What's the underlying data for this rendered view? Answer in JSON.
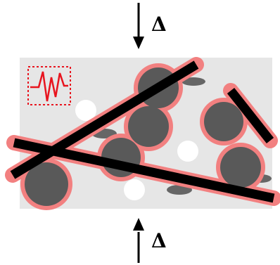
{
  "top_load": {
    "label": "Δ",
    "direction": "down"
  },
  "bottom_load": {
    "label": "Δ",
    "direction": "up"
  },
  "colors": {
    "matrix": "#e6e6e6",
    "particle": "#595959",
    "particle_halo": "#f28080",
    "fiber": "#000000",
    "fiber_halo": "#f28080",
    "void": "#ffffff",
    "small_particle": "#666666",
    "signal": "#e8141e",
    "arrow": "#000000"
  },
  "icons": {
    "signal": "zigzag-signal-icon"
  }
}
